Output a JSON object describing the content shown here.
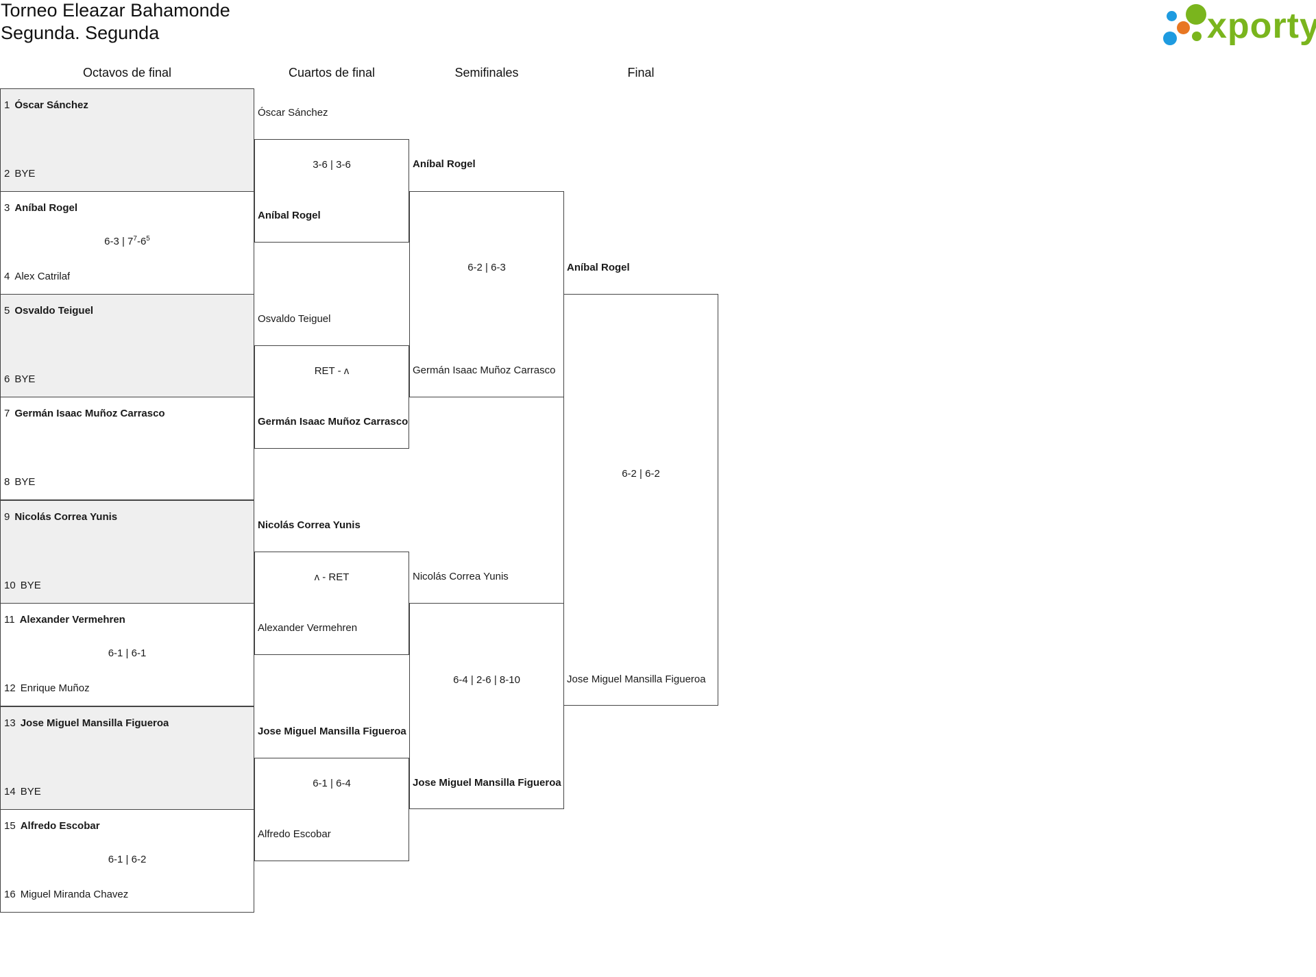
{
  "header": {
    "title_line1": "Torneo Eleazar Bahamonde",
    "title_line2": "Segunda. Segunda",
    "logo_text": "xporty",
    "logo_colors": [
      "#1e9be0",
      "#e87722",
      "#7ab51d"
    ]
  },
  "rounds": [
    "Octavos de final",
    "Cuartos de final",
    "Semifinales",
    "Final"
  ],
  "octavos": [
    {
      "p1_seed": "1",
      "p1": "Óscar Sánchez",
      "p2_seed": "2",
      "p2": "BYE",
      "score": "",
      "bye": true
    },
    {
      "p1_seed": "3",
      "p1": "Aníbal Rogel",
      "p2_seed": "4",
      "p2": "Alex Catrilaf",
      "score": "6-3 | 7",
      "score_sup1": "7",
      "score_mid": "-6",
      "score_sup2": "5",
      "bye": false
    },
    {
      "p1_seed": "5",
      "p1": "Osvaldo Teiguel",
      "p2_seed": "6",
      "p2": "BYE",
      "score": "",
      "bye": true
    },
    {
      "p1_seed": "7",
      "p1": "Germán Isaac Muñoz Carrasco",
      "p2_seed": "8",
      "p2": "BYE",
      "score": "",
      "bye": false
    },
    {
      "p1_seed": "9",
      "p1": "Nicolás Correa Yunis",
      "p2_seed": "10",
      "p2": "BYE",
      "score": "",
      "bye": true
    },
    {
      "p1_seed": "11",
      "p1": "Alexander Vermehren",
      "p2_seed": "12",
      "p2": "Enrique Muñoz",
      "score": "6-1 | 6-1",
      "bye": false
    },
    {
      "p1_seed": "13",
      "p1": "Jose Miguel Mansilla Figueroa",
      "p2_seed": "14",
      "p2": "BYE",
      "score": "",
      "bye": true
    },
    {
      "p1_seed": "15",
      "p1": "Alfredo Escobar",
      "p2_seed": "16",
      "p2": "Miguel Miranda Chavez",
      "score": "6-1 | 6-2",
      "bye": false
    }
  ],
  "cuartos": [
    {
      "p1": "Óscar Sánchez",
      "p2": "Aníbal Rogel",
      "score": "3-6 | 3-6"
    },
    {
      "p1": "Osvaldo Teiguel",
      "p2": "Germán Isaac Muñoz Carrasco",
      "score": "RET - ʌ"
    },
    {
      "p1": "Nicolás Correa Yunis",
      "p2": "Alexander Vermehren",
      "score": "ʌ - RET"
    },
    {
      "p1": "Jose Miguel Mansilla Figueroa",
      "p2": "Alfredo Escobar",
      "score": "6-1 | 6-4"
    }
  ],
  "semis": [
    {
      "p1": "Aníbal Rogel",
      "p2": "Germán Isaac Muñoz Carrasco",
      "score": "6-2 | 6-3"
    },
    {
      "p1": "Nicolás Correa Yunis",
      "p2": "Jose Miguel Mansilla Figueroa",
      "score": "6-4 | 2-6 | 8-10"
    }
  ],
  "final": {
    "p1": "Aníbal Rogel",
    "p2": "Jose Miguel Mansilla Figueroa",
    "score": "6-2 | 6-2"
  }
}
